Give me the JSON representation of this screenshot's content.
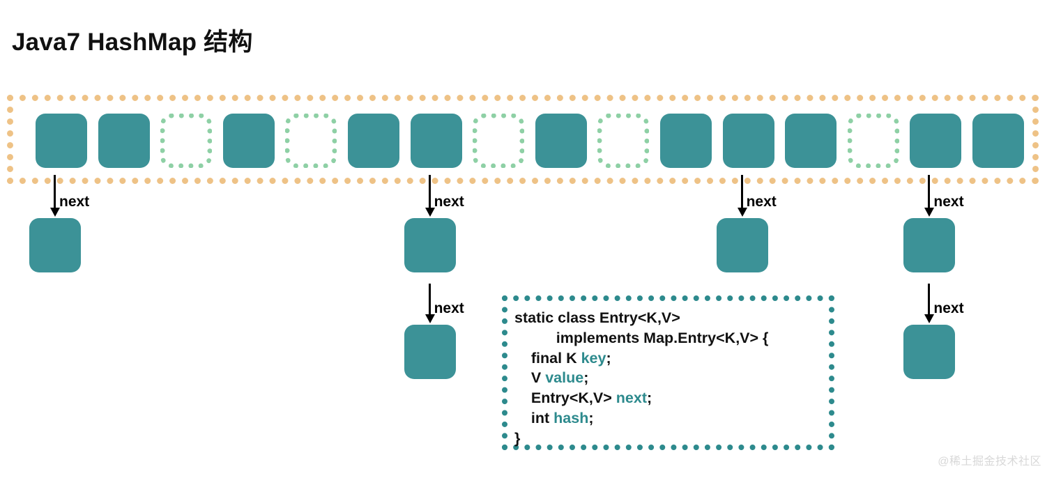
{
  "page": {
    "title": "Java7 HashMap 结构",
    "watermark": "@稀土掘金技术社区",
    "background": "#ffffff"
  },
  "colors": {
    "node_fill": "#3c9297",
    "array_border": "#eec286",
    "empty_slot_border": "#8ed0a5",
    "code_border": "#2d8a8d",
    "code_field": "#2d8a8d",
    "arrow": "#000000",
    "title": "#111111",
    "watermark": "#d8d8d8"
  },
  "diagram": {
    "name": "java7-hashmap-structure",
    "array": {
      "label": "bucket-array",
      "slot_count": 16,
      "slots": [
        {
          "index": 0,
          "state": "filled"
        },
        {
          "index": 1,
          "state": "filled"
        },
        {
          "index": 2,
          "state": "empty"
        },
        {
          "index": 3,
          "state": "filled"
        },
        {
          "index": 4,
          "state": "empty"
        },
        {
          "index": 5,
          "state": "filled"
        },
        {
          "index": 6,
          "state": "filled"
        },
        {
          "index": 7,
          "state": "empty"
        },
        {
          "index": 8,
          "state": "filled"
        },
        {
          "index": 9,
          "state": "empty"
        },
        {
          "index": 10,
          "state": "filled"
        },
        {
          "index": 11,
          "state": "filled"
        },
        {
          "index": 12,
          "state": "filled"
        },
        {
          "index": 13,
          "state": "empty"
        },
        {
          "index": 14,
          "state": "filled"
        },
        {
          "index": 15,
          "state": "filled"
        }
      ]
    },
    "chains": [
      {
        "slot_index": 0,
        "node_count": 1,
        "arrow_labels": [
          "next"
        ]
      },
      {
        "slot_index": 6,
        "node_count": 2,
        "arrow_labels": [
          "next",
          "next"
        ]
      },
      {
        "slot_index": 11,
        "node_count": 1,
        "arrow_labels": [
          "next"
        ]
      },
      {
        "slot_index": 14,
        "node_count": 2,
        "arrow_labels": [
          "next",
          "next"
        ]
      }
    ],
    "arrow_label_text": "next"
  },
  "code_block": {
    "name": "entry-class-definition",
    "lines": [
      {
        "id": "l1",
        "pre": "static class Entry<K,V>",
        "field": "",
        "post": ""
      },
      {
        "id": "l2",
        "pre": "          implements Map.Entry<K,V> {",
        "field": "",
        "post": ""
      },
      {
        "id": "l3",
        "pre": "    final K ",
        "field": "key",
        "post": ";"
      },
      {
        "id": "l4",
        "pre": "    V ",
        "field": "value",
        "post": ";"
      },
      {
        "id": "l5",
        "pre": "    Entry<K,V> ",
        "field": "next",
        "post": ";"
      },
      {
        "id": "l6",
        "pre": "    int ",
        "field": "hash",
        "post": ";"
      },
      {
        "id": "l7",
        "pre": "}",
        "field": "",
        "post": ""
      }
    ]
  }
}
